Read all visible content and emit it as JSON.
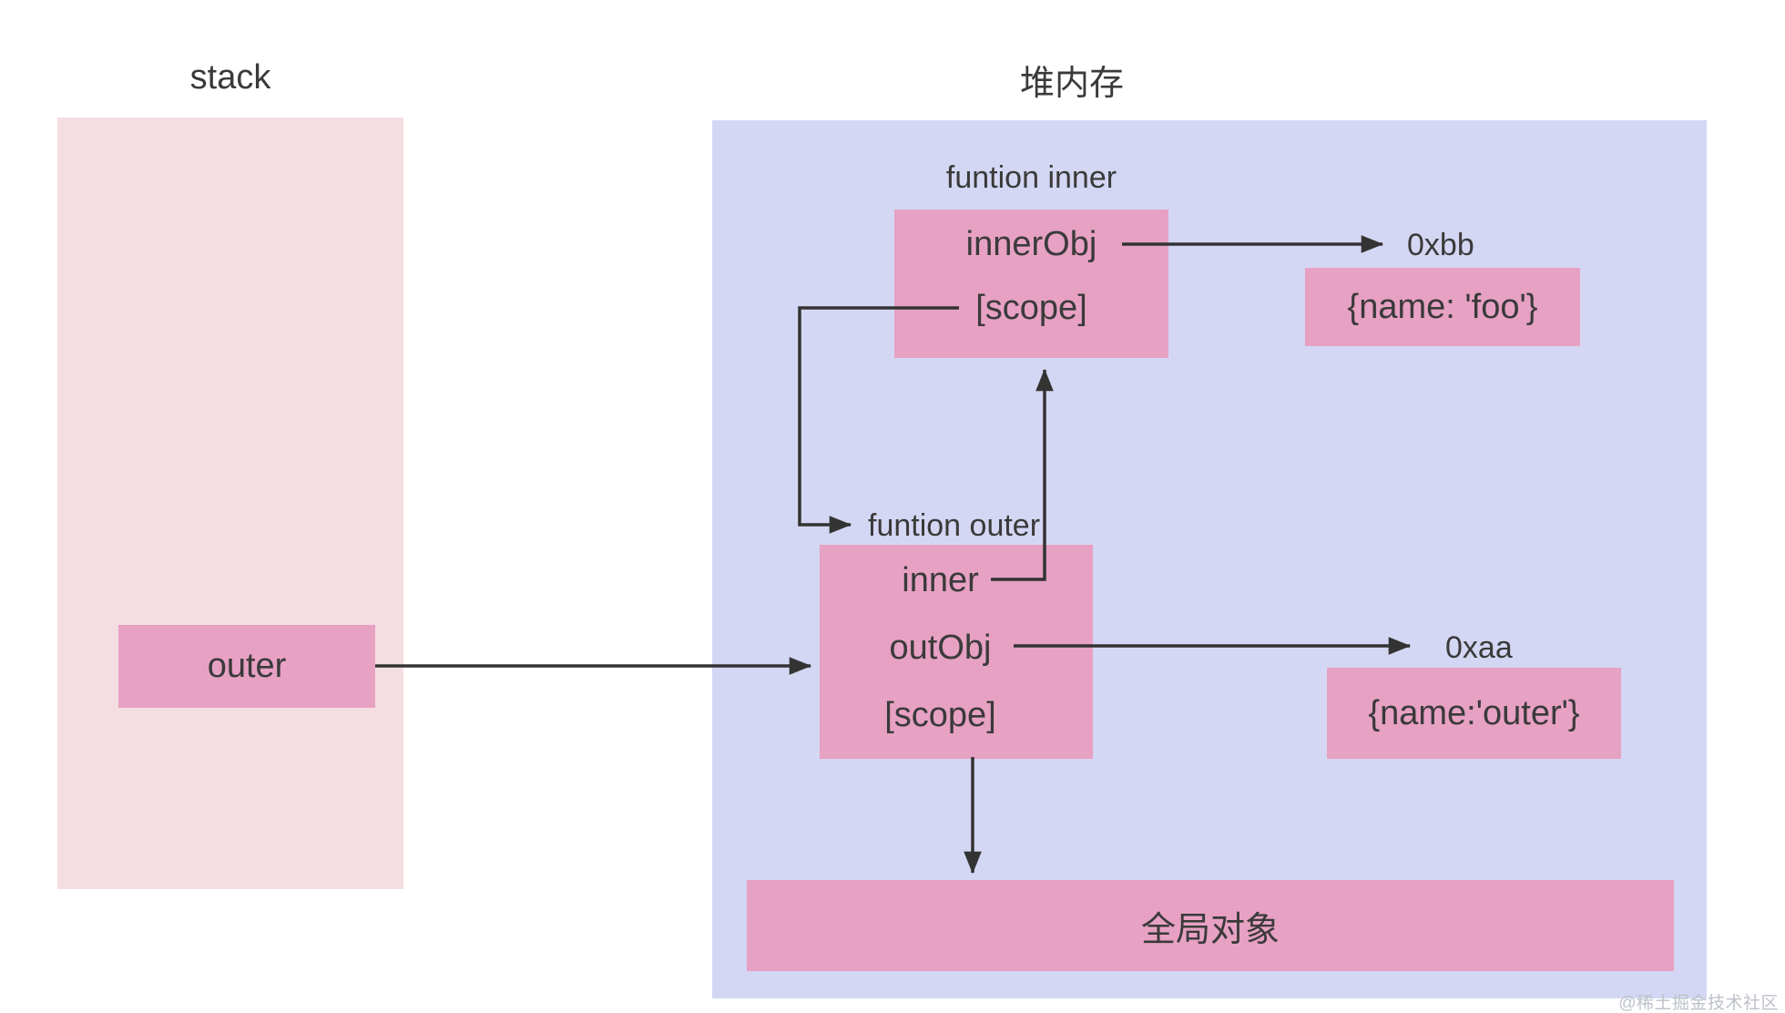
{
  "colors": {
    "background": "#ffffff",
    "stack_panel": "#f5dee1",
    "heap_panel": "#d4d7f3",
    "box_pink": "#e7a1c3",
    "text": "#3a3a3a",
    "line": "#333333",
    "watermark": "#bdc1c9"
  },
  "titles": {
    "stack": "stack",
    "heap": "堆内存"
  },
  "stack": {
    "outer_label": "outer"
  },
  "heap": {
    "function_inner": {
      "label": "funtion inner",
      "rows": [
        "innerObj",
        "[scope]"
      ]
    },
    "foo_object": {
      "address": "0xbb",
      "value": "{name: 'foo'}"
    },
    "function_outer": {
      "label": "funtion outer",
      "rows": [
        "inner",
        "outObj",
        "[scope]"
      ]
    },
    "outer_object": {
      "address": "0xaa",
      "value": "{name:'outer'}"
    },
    "global_object": {
      "label": "全局对象"
    }
  },
  "watermark": "@稀土掘金技术社区"
}
